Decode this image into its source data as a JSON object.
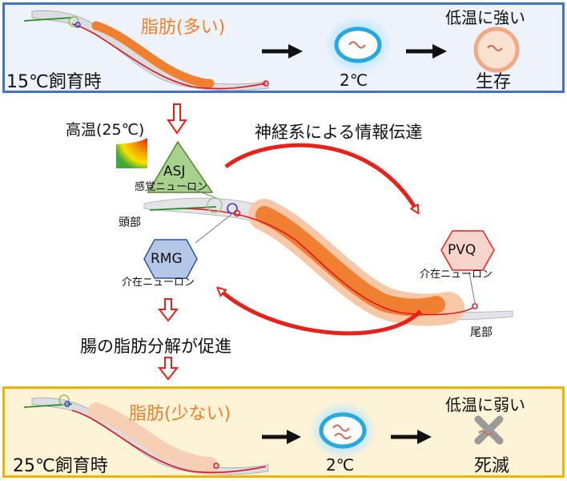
{
  "top_panel": {
    "fat_label": "脂肪(多い)",
    "condition": "15℃飼育時",
    "temp": "2℃",
    "cold_strong": "低温に強い",
    "result": "生存"
  },
  "middle": {
    "high_temp": "高温(25℃)",
    "nerve_info": "神経系による情報伝達",
    "asj_label": "ASJ",
    "asj_desc": "感覚ニューロン",
    "head": "頭部",
    "rmg_label": "RMG",
    "rmg_desc": "介在ニューロン",
    "pvq_label": "PVQ",
    "pvq_desc": "介在ニューロン",
    "tail": "尾部",
    "lipolysis": "腸の脂肪分解が促進"
  },
  "bottom_panel": {
    "fat_label": "脂肪(少ない)",
    "condition": "25℃飼育時",
    "temp": "2℃",
    "cold_weak": "低温に弱い",
    "result": "死滅"
  },
  "colors": {
    "top_border": "#4472c4",
    "bottom_border": "#f0b400",
    "arrow_red": "#e8221b",
    "fat_orange": "#f08030",
    "fat_pale": "#f7c8a8",
    "asj_green": "#a9d18e",
    "rmg_blue": "#b4c7e7",
    "pvq_pink": "#f8d4cc",
    "dish_cyan": "#29a8e0"
  }
}
